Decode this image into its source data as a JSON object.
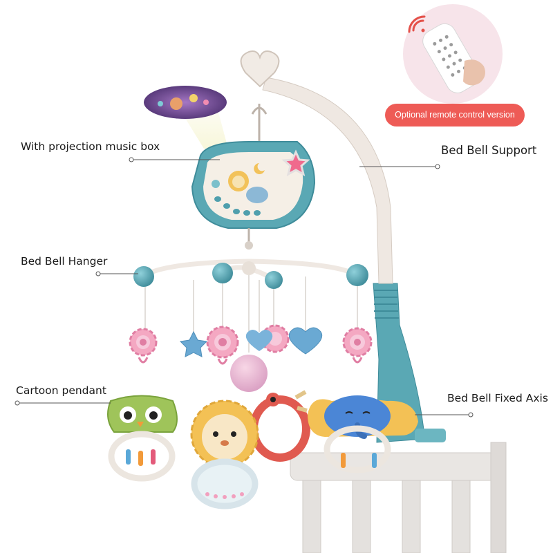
{
  "labels": {
    "projection": "With projection music box",
    "support": "Bed Bell Support",
    "hanger": "Bed Bell Hanger",
    "pendant": "Cartoon pendant",
    "axis": "Bed Bell Fixed Axis"
  },
  "remote_badge": "Optional remote control version",
  "colors": {
    "teal": "#4f9fad",
    "teal_light": "#7cc0cb",
    "cream": "#f2ece6",
    "pink": "#e6789a",
    "badge": "#ee5b56",
    "callout_line": "#555555"
  }
}
